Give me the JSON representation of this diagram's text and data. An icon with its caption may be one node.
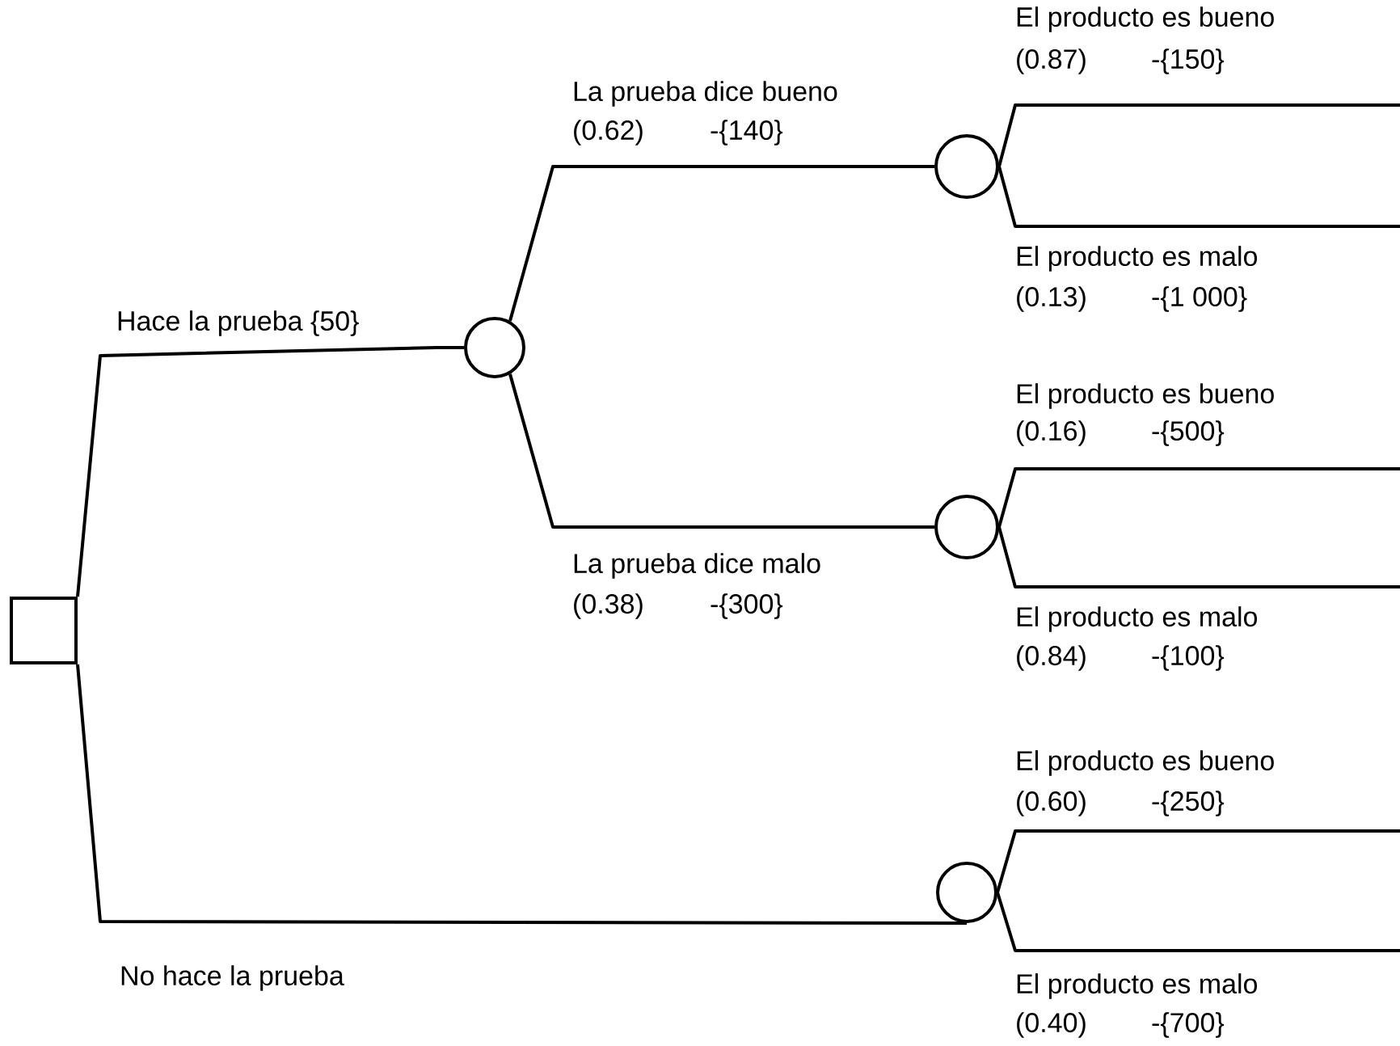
{
  "diagram": {
    "nodes": [
      {
        "text": [],
        "shape": "box"
      },
      {
        "text": [],
        "shape": "circle"
      },
      {
        "text": [],
        "shape": "circle"
      },
      {
        "text": [],
        "shape": "circle"
      },
      {
        "text": [],
        "shape": "circle"
      }
    ],
    "edges": [
      {
        "from": 0,
        "to": 1,
        "arrow": "none",
        "label": "Hace la prueba {50}"
      },
      {
        "from": 0,
        "to": 4,
        "arrow": "none",
        "label": "No hace la prueba"
      },
      {
        "from": 1,
        "to": 2,
        "arrow": "none",
        "label": "La prueba dice bueno"
      },
      {
        "from": 1,
        "to": 3,
        "arrow": "none",
        "label": "La prueba dice malo"
      },
      {
        "from": 2,
        "to": null,
        "arrow": "none",
        "label": "El producto es bueno"
      },
      {
        "from": 2,
        "to": null,
        "arrow": "none",
        "label": "El producto es malo"
      },
      {
        "from": 3,
        "to": null,
        "arrow": "none",
        "label": "El producto es bueno"
      },
      {
        "from": 3,
        "to": null,
        "arrow": "none",
        "label": "El producto es malo"
      },
      {
        "from": 4,
        "to": null,
        "arrow": "none",
        "label": "El producto es bueno"
      },
      {
        "from": 4,
        "to": null,
        "arrow": "none",
        "label": "El producto es malo"
      }
    ],
    "labels": [
      "(0.87)",
      "-{150}",
      "(0.62)",
      "-{140}",
      "(0.13)",
      "-{1 000}",
      "(0.16)",
      "-{500}",
      "(0.38)",
      "-{300}",
      "(0.84)",
      "-{100}",
      "(0.60)",
      "-{250}",
      "(0.40)",
      "-{700}"
    ]
  }
}
